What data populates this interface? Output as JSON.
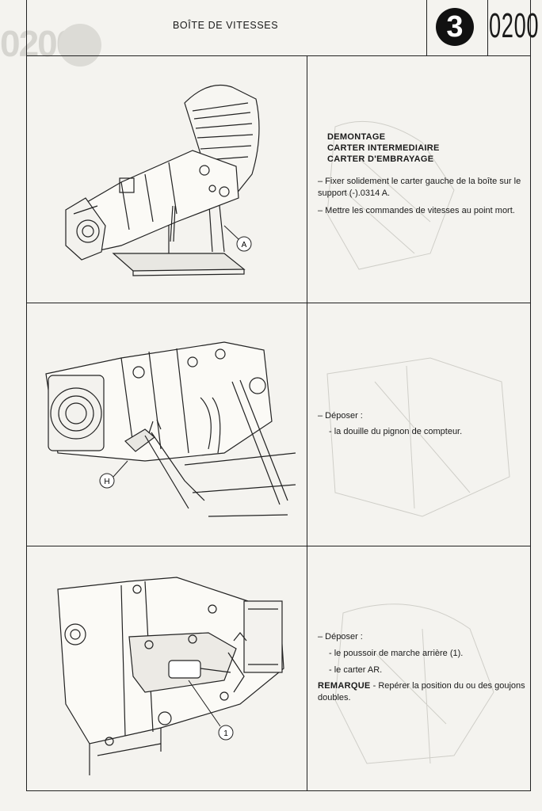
{
  "header": {
    "title": "BOÎTE DE VITESSES",
    "chapter_number": "3",
    "page_code": "0200"
  },
  "sections": [
    {
      "callout": "A",
      "heading_lines": [
        "DEMONTAGE",
        "CARTER INTERMEDIAIRE",
        "CARTER D'EMBRAYAGE"
      ],
      "steps": [
        "– Fixer solidement le carter gauche de la boîte sur le support (-).0314 A.",
        "– Mettre les commandes de vitesses au point mort."
      ]
    },
    {
      "callout": "H",
      "intro": "– Déposer :",
      "items": [
        "- la douille du pignon de compteur."
      ]
    },
    {
      "callout": "1",
      "intro": "– Déposer :",
      "items": [
        "- le poussoir de marche arrière (1).",
        "- le carter AR."
      ],
      "remark_label": "REMARQUE",
      "remark_text": " - Repérer la position du ou des goujons doubles."
    }
  ]
}
